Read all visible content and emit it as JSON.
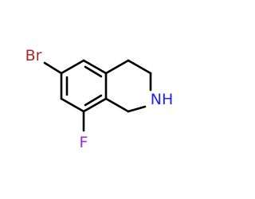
{
  "molecule": {
    "atoms": {
      "br": {
        "label": "Br",
        "color": "#a52a2a"
      },
      "f": {
        "label": "F",
        "color": "#a020f0"
      },
      "nh": {
        "label": "NH",
        "color": "#2020ff"
      }
    },
    "bond_color": "#000000"
  }
}
